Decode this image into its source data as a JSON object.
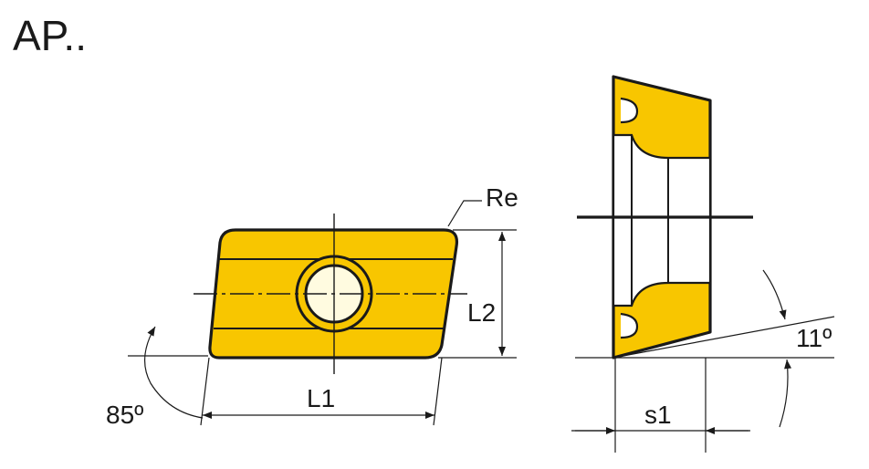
{
  "title": "AP..",
  "labels": {
    "re": "Re",
    "l1": "L1",
    "l2": "L2",
    "s1": "s1",
    "angle_85": "85º",
    "angle_11": "11º"
  },
  "colors": {
    "insert_fill": "#F8C600",
    "line": "#1a1a1a",
    "hole_fill": "#FFFBE0"
  }
}
